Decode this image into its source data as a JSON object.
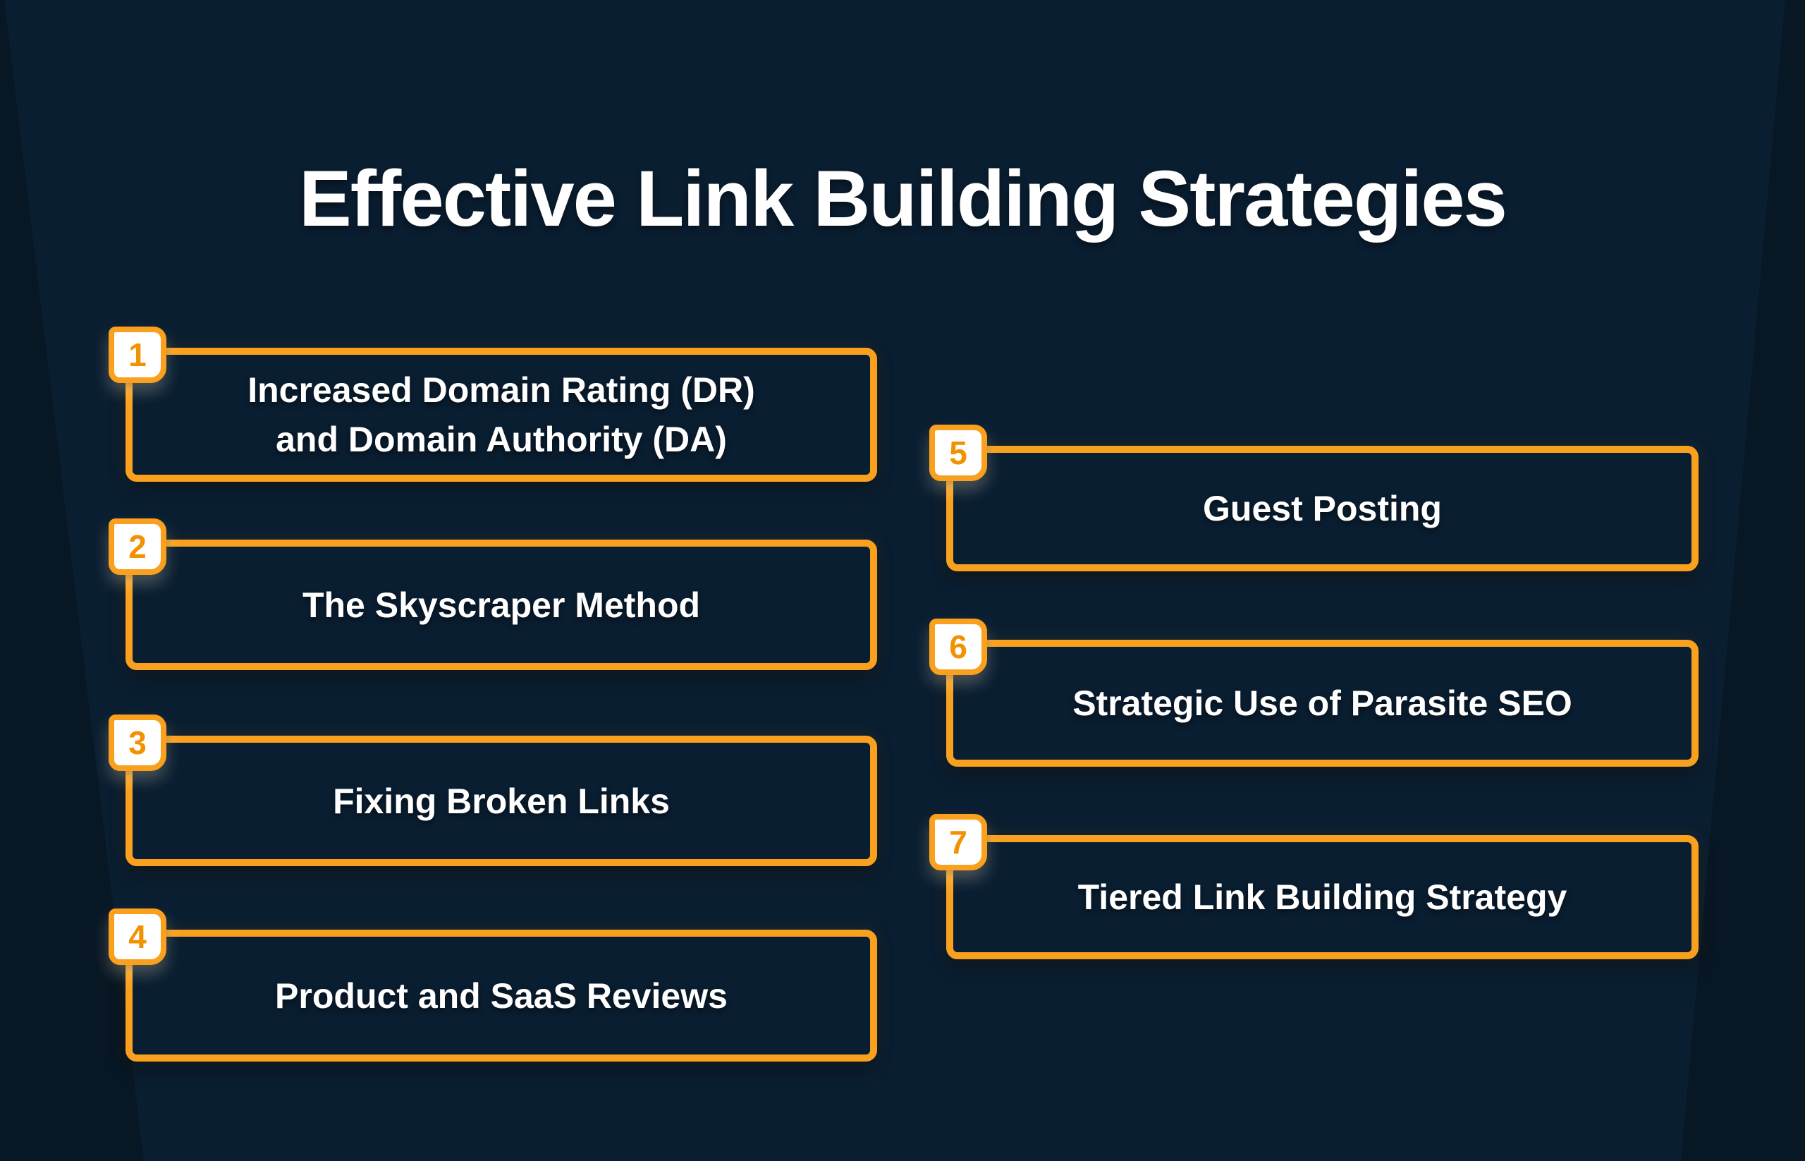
{
  "title": "Effective Link Building Strategies",
  "colors": {
    "background_edge": "#081724",
    "background_center": "#0A1E31",
    "accent_orange": "#F9A11F",
    "badge_fill": "#FFFFFF",
    "text": "#FFFFFF"
  },
  "boxes": [
    {
      "number": "1",
      "label": "Increased Domain Rating (DR)\nand Domain Authority (DA)",
      "column": "left"
    },
    {
      "number": "2",
      "label": "The Skyscraper Method",
      "column": "left"
    },
    {
      "number": "3",
      "label": "Fixing Broken Links",
      "column": "left"
    },
    {
      "number": "4",
      "label": "Product and SaaS Reviews",
      "column": "left"
    },
    {
      "number": "5",
      "label": "Guest Posting",
      "column": "right"
    },
    {
      "number": "6",
      "label": "Strategic Use of Parasite SEO",
      "column": "right"
    },
    {
      "number": "7",
      "label": "Tiered Link Building Strategy",
      "column": "right"
    }
  ]
}
